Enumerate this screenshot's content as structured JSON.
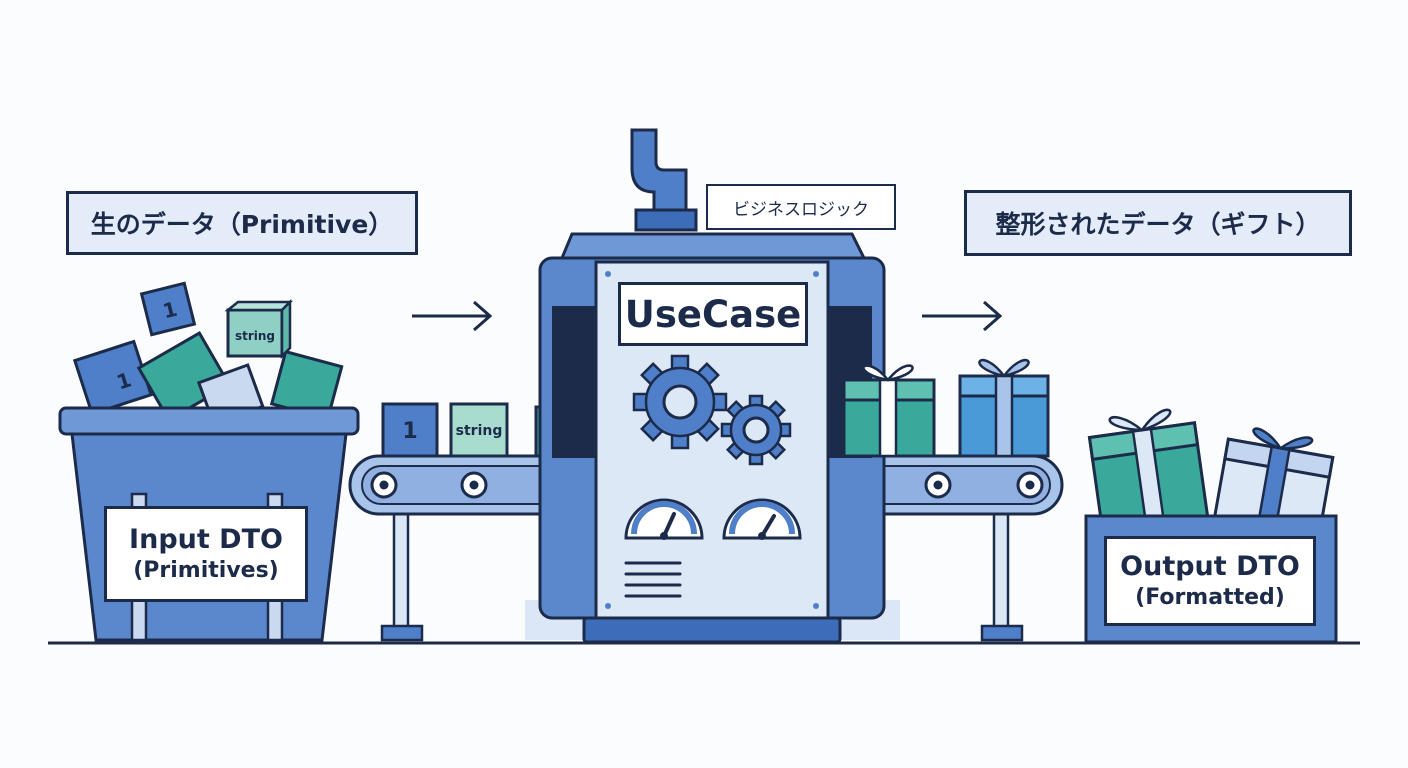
{
  "labels": {
    "raw_data": "生のデータ（Primitive）",
    "business_logic": "ビジネスロジック",
    "formatted_data": "整形されたデータ（ギフト）",
    "usecase": "UseCase"
  },
  "input_bin": {
    "title": "Input DTO",
    "subtitle": "(Primitives)",
    "cube_labels": [
      "1",
      "string",
      "1",
      "1",
      "string"
    ]
  },
  "output_box": {
    "title": "Output DTO",
    "subtitle": "(Formatted)"
  },
  "colors": {
    "ink": "#1c2b4a",
    "blue": "#4f7fc8",
    "light_blue": "#a9c4ea",
    "pale_blue": "#dde8f7",
    "teal": "#3aa89a",
    "sky": "#4a9ad8"
  },
  "icons": [
    "gear-icon",
    "gauge-icon",
    "arrow-right-icon",
    "gift-icon",
    "pipe-icon"
  ]
}
